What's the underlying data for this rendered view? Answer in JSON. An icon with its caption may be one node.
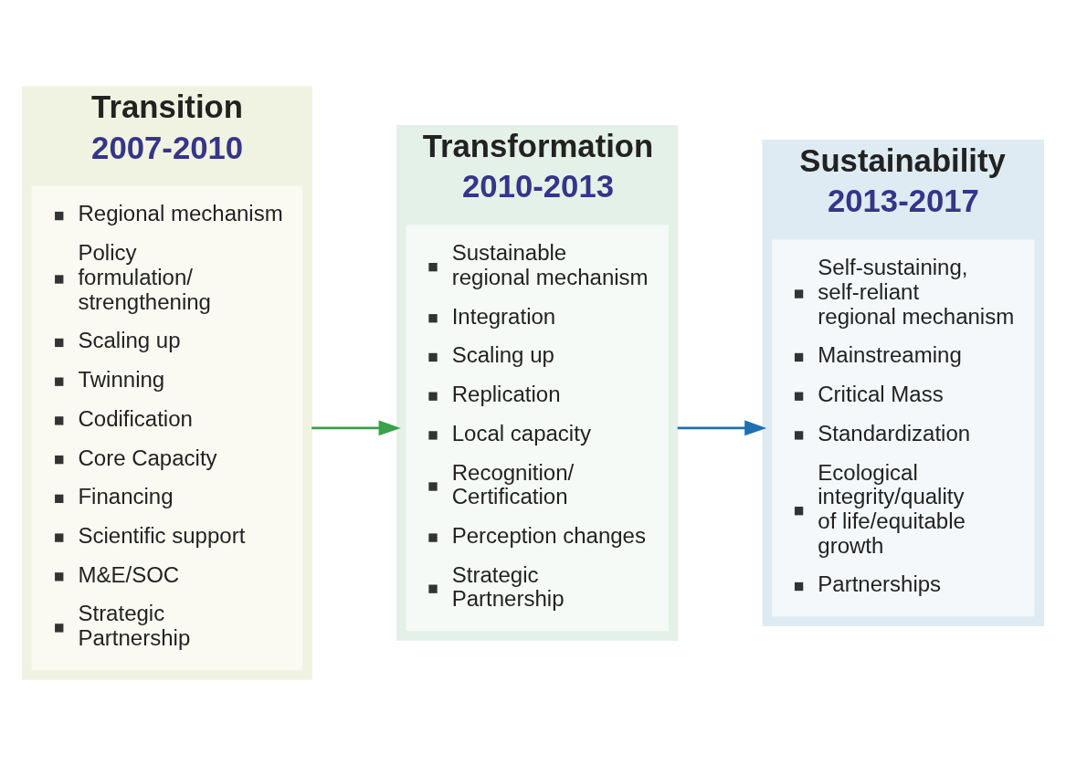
{
  "diagram": {
    "nodes": [
      {
        "text": [
          "Transition",
          "2007-2010"
        ]
      },
      {
        "text": [
          "Regional mechanism",
          "Policy formulation/ strengthening",
          "Scaling up",
          "Twinning",
          "Codification",
          "Core Capacity",
          "Financing",
          "Scientific support",
          "M&E/SOC",
          "Strategic Partnership"
        ],
        "in": 0
      },
      {
        "text": [
          "Transformation",
          "2010-2013"
        ]
      },
      {
        "text": [
          "Sustainable regional mechanism",
          "Integration",
          "Scaling up",
          "Replication",
          "Local capacity",
          "Recognition/ Certification",
          "Perception changes",
          "Strategic Partnership"
        ],
        "in": 2
      },
      {
        "text": [
          "Sustainability",
          "2013-2017"
        ]
      },
      {
        "text": [
          "Self-sustaining, self-reliant regional mechanism",
          "Mainstreaming",
          "Critical Mass",
          "Standardization",
          "Ecological integrity/quality of life/equitable growth",
          "Partnerships"
        ],
        "in": 4
      }
    ],
    "edges": [
      {
        "from": 0,
        "to": 2,
        "arrow": "to",
        "color": "#3aa04a"
      },
      {
        "from": 2,
        "to": 4,
        "arrow": "to",
        "color": "#1f6fb2"
      }
    ]
  }
}
